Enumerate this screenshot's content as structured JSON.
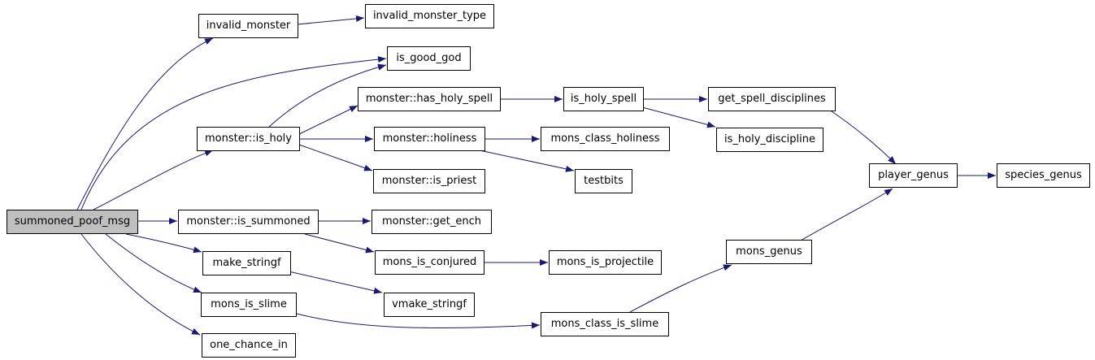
{
  "graph": {
    "edge_color": "#191970",
    "root_fill": "#bfbfbf",
    "nodes": {
      "summoned_poof_msg": "summoned_poof_msg",
      "invalid_monster": "invalid_monster",
      "invalid_monster_type": "invalid_monster_type",
      "is_good_god": "is_good_god",
      "monster_is_holy": "monster::is_holy",
      "monster_has_holy_spell": "monster::has_holy_spell",
      "is_holy_spell": "is_holy_spell",
      "get_spell_disciplines": "get_spell_disciplines",
      "is_holy_discipline": "is_holy_discipline",
      "monster_holiness": "monster::holiness",
      "mons_class_holiness": "mons_class_holiness",
      "testbits": "testbits",
      "monster_is_priest": "monster::is_priest",
      "player_genus": "player_genus",
      "species_genus": "species_genus",
      "monster_is_summoned": "monster::is_summoned",
      "monster_get_ench": "monster::get_ench",
      "mons_is_conjured": "mons_is_conjured",
      "mons_is_projectile": "mons_is_projectile",
      "mons_genus": "mons_genus",
      "make_stringf": "make_stringf",
      "vmake_stringf": "vmake_stringf",
      "mons_is_slime": "mons_is_slime",
      "mons_class_is_slime": "mons_class_is_slime",
      "one_chance_in": "one_chance_in"
    }
  }
}
